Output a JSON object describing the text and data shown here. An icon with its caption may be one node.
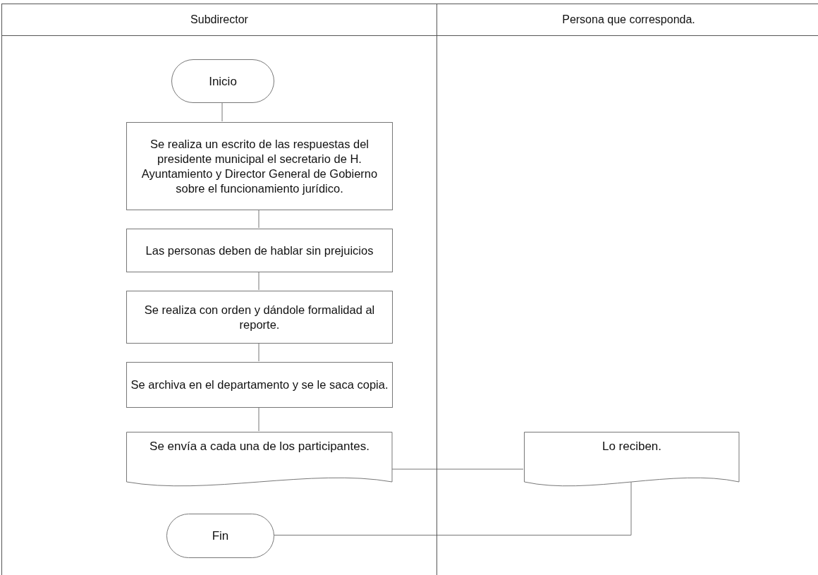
{
  "diagram": {
    "nodes": [
      {
        "text": [
          "Subdirector"
        ]
      },
      {
        "text": [
          "Persona que corresponda."
        ]
      },
      {
        "text": [
          "Inicio"
        ],
        "in": 0
      },
      {
        "text": [
          "Se realiza un escrito de las respuestas del presidente municipal el secretario de H. Ayuntamiento y Director General de Gobierno sobre el funcionamiento jurídico."
        ],
        "in": 0
      },
      {
        "text": [
          "Las personas deben de hablar sin prejuicios"
        ],
        "in": 0
      },
      {
        "text": [
          "Se realiza con orden y dándole formalidad al reporte."
        ],
        "in": 0
      },
      {
        "text": [
          "Se archiva en el departamento y se le saca copia."
        ],
        "in": 0
      },
      {
        "text": [
          "Se envía a cada una de los participantes."
        ],
        "in": 0
      },
      {
        "text": [
          "Lo reciben."
        ],
        "in": 1
      },
      {
        "text": [
          "Fin"
        ],
        "in": 0
      }
    ],
    "edges": [
      {
        "from": 2,
        "to": 3,
        "arrow": "none"
      },
      {
        "from": 3,
        "to": 4,
        "arrow": "none"
      },
      {
        "from": 4,
        "to": 5,
        "arrow": "none"
      },
      {
        "from": 5,
        "to": 6,
        "arrow": "none"
      },
      {
        "from": 6,
        "to": 7,
        "arrow": "none"
      },
      {
        "from": 7,
        "to": 8,
        "arrow": "none"
      },
      {
        "from": 8,
        "to": 9,
        "arrow": "none"
      }
    ]
  }
}
